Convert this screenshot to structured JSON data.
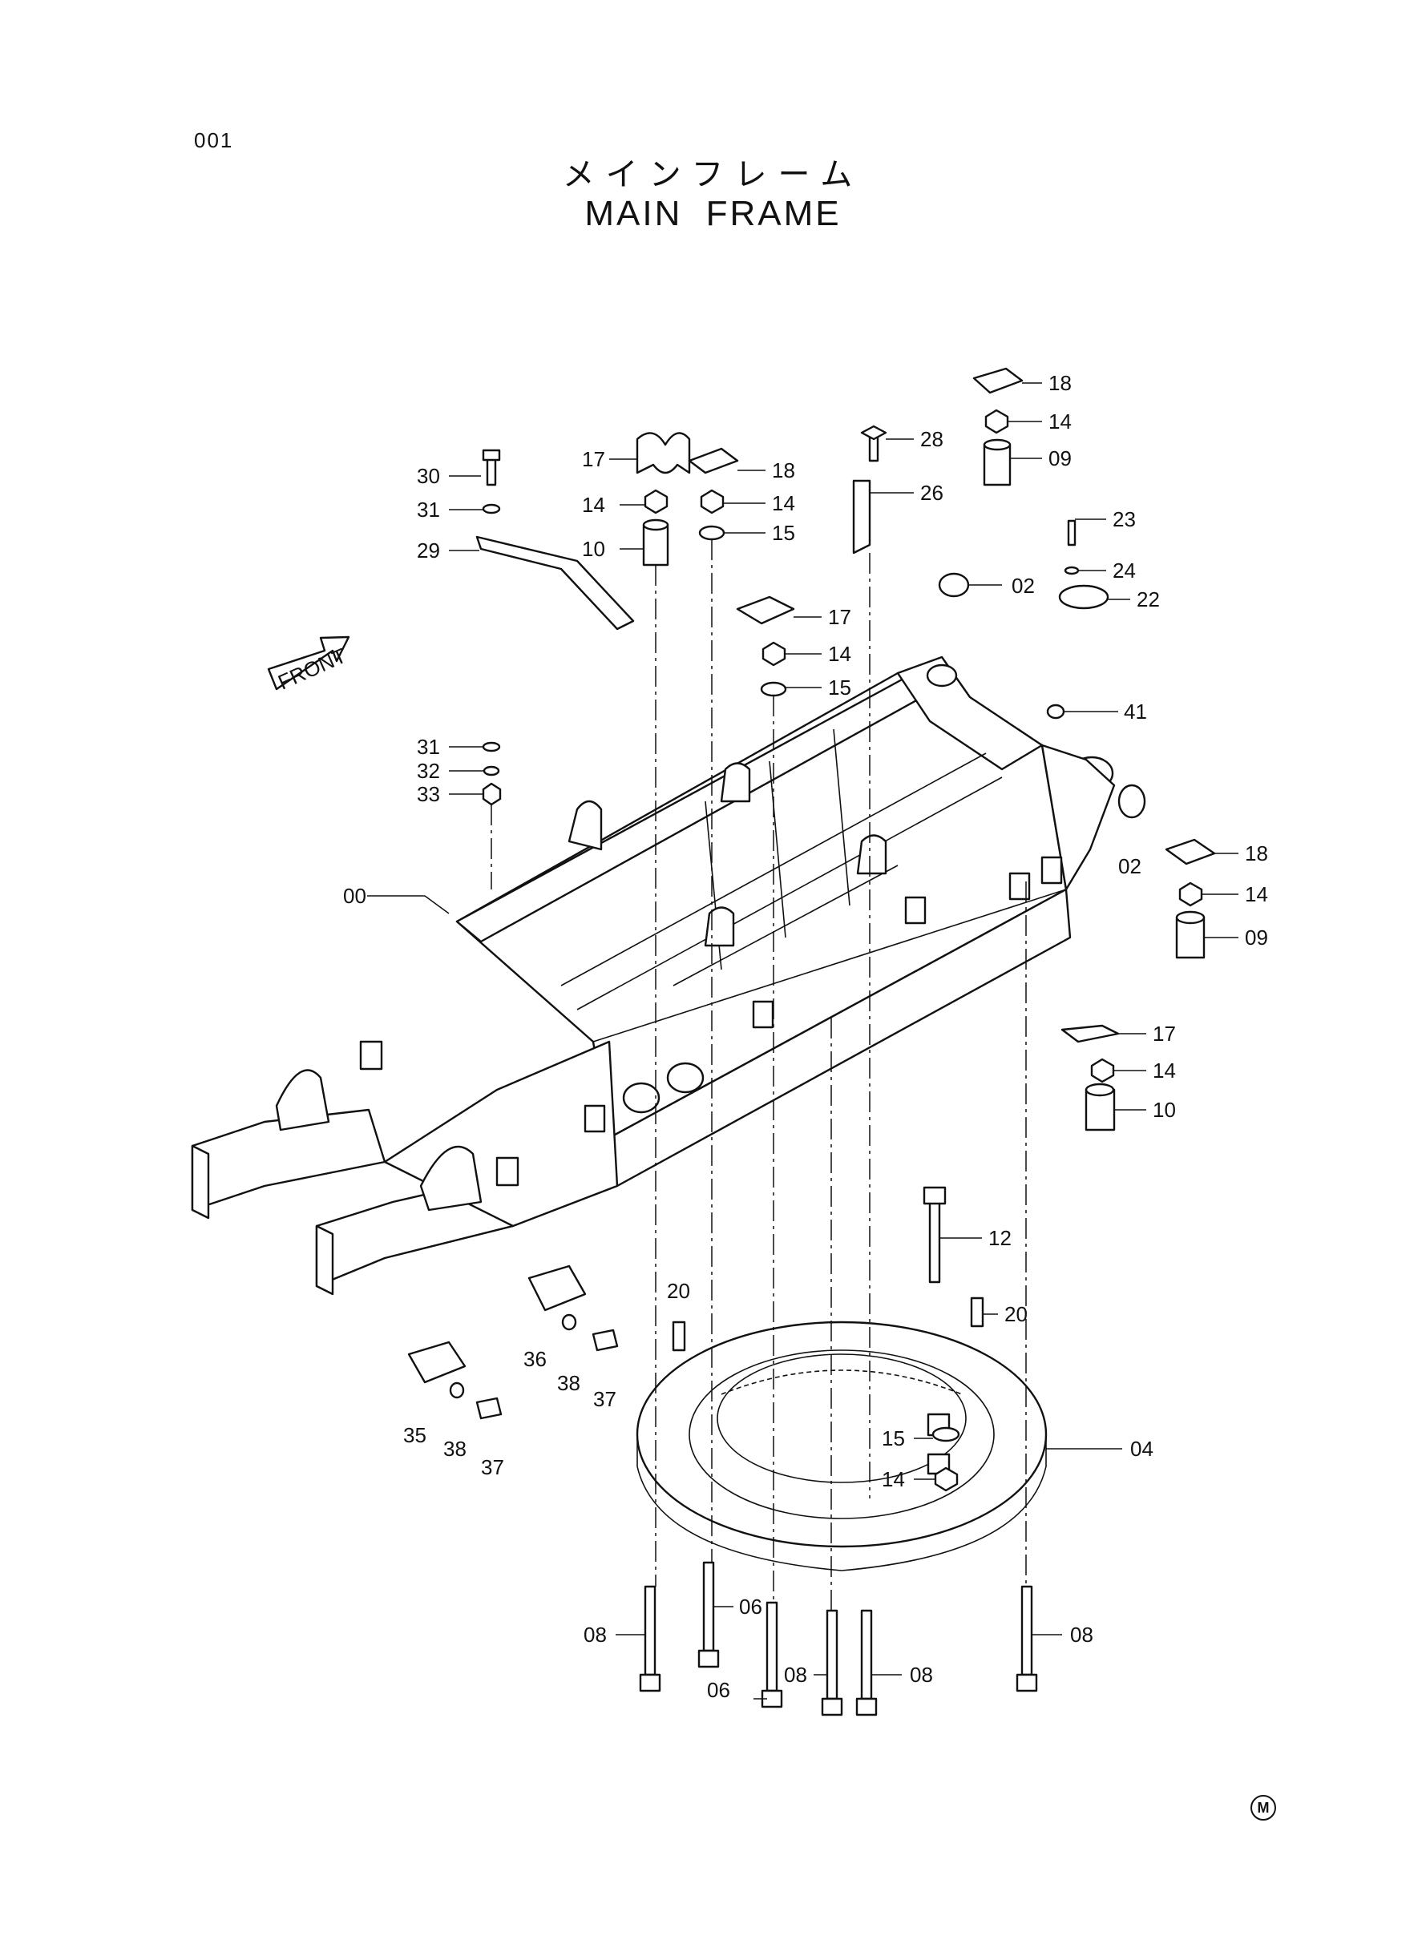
{
  "page_number": "001",
  "title_jp": "メインフレーム",
  "title_en": "MAIN FRAME",
  "front_label": "FRONT",
  "corner_mark": "M",
  "callouts": [
    "00",
    "02",
    "02",
    "04",
    "06",
    "06",
    "08",
    "08",
    "08",
    "08",
    "09",
    "09",
    "10",
    "10",
    "12",
    "14",
    "14",
    "14",
    "14",
    "14",
    "14",
    "14",
    "15",
    "15",
    "15",
    "17",
    "17",
    "17",
    "18",
    "18",
    "18",
    "20",
    "20",
    "22",
    "23",
    "24",
    "26",
    "28",
    "29",
    "30",
    "31",
    "31",
    "32",
    "33",
    "35",
    "36",
    "37",
    "37",
    "38",
    "38",
    "41"
  ]
}
